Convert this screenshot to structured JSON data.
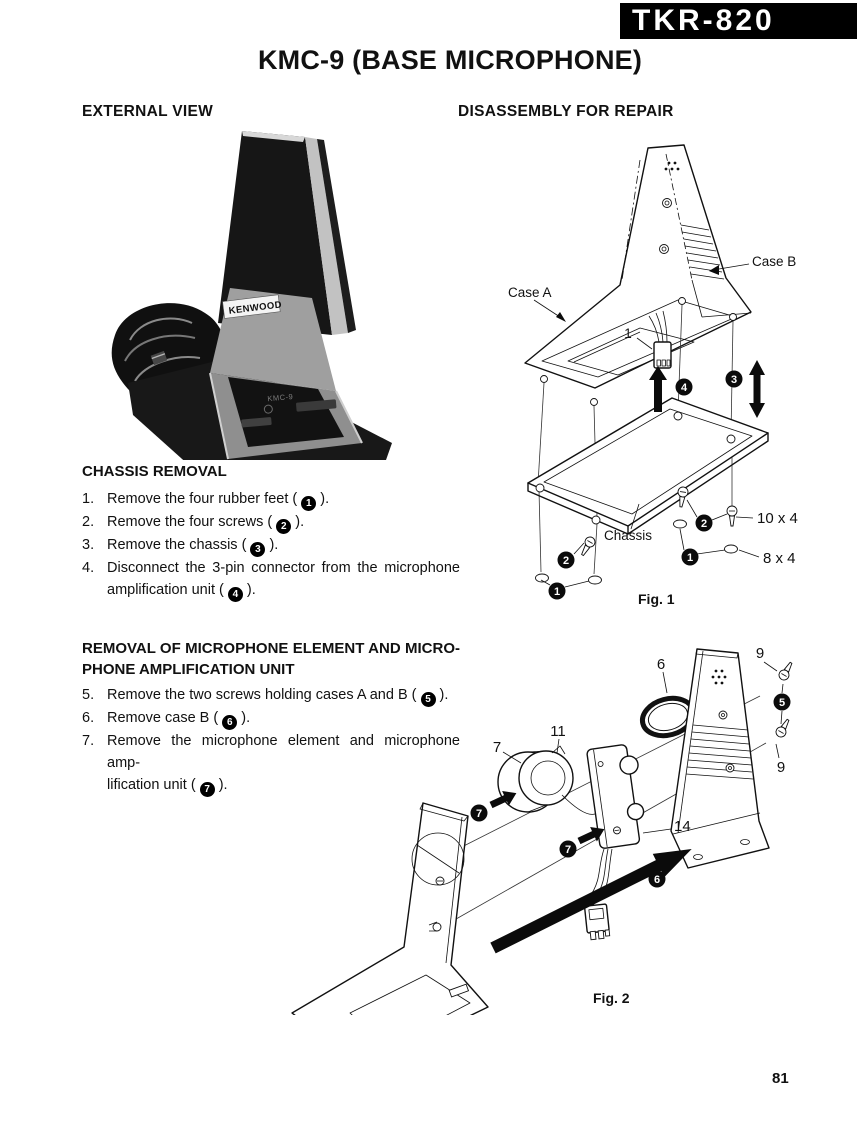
{
  "page": {
    "model": "TKR-820",
    "title": "KMC-9 (BASE MICROPHONE)",
    "page_number": "81"
  },
  "external_view": {
    "heading": "EXTERNAL VIEW",
    "photo": {
      "brand_label": "KENWOOD",
      "model_label": "KMC-9"
    }
  },
  "disassembly": {
    "heading": "DISASSEMBLY FOR REPAIR"
  },
  "chassis_removal": {
    "heading": "CHASSIS REMOVAL",
    "steps": [
      {
        "num": "1.",
        "lines": [
          {
            "segs": [
              {
                "t": "Remove the four rubber feet ( "
              },
              {
                "b": "1"
              },
              {
                "t": " )."
              }
            ]
          }
        ]
      },
      {
        "num": "2.",
        "lines": [
          {
            "segs": [
              {
                "t": "Remove the four screws ( "
              },
              {
                "b": "2"
              },
              {
                "t": " )."
              }
            ]
          }
        ]
      },
      {
        "num": "3.",
        "lines": [
          {
            "segs": [
              {
                "t": "Remove the chassis ( "
              },
              {
                "b": "3"
              },
              {
                "t": " )."
              }
            ]
          }
        ]
      },
      {
        "num": "4.",
        "lines": [
          {
            "justify": true,
            "segs": [
              {
                "t": "Disconnect the 3-pin connector from the microphone"
              }
            ]
          },
          {
            "segs": [
              {
                "t": "amplification unit ( "
              },
              {
                "b": "4"
              },
              {
                "t": " )."
              }
            ]
          }
        ]
      }
    ]
  },
  "mic_removal": {
    "heading_line1": "REMOVAL OF MICROPHONE ELEMENT AND MICRO-",
    "heading_line2": "PHONE AMPLIFICATION UNIT",
    "steps": [
      {
        "num": "5.",
        "lines": [
          {
            "segs": [
              {
                "t": "Remove the two screws holding cases A and B ( "
              },
              {
                "b": "5"
              },
              {
                "t": " )."
              }
            ]
          }
        ]
      },
      {
        "num": "6.",
        "lines": [
          {
            "segs": [
              {
                "t": "Remove case B ( "
              },
              {
                "b": "6"
              },
              {
                "t": " )."
              }
            ]
          }
        ]
      },
      {
        "num": "7.",
        "lines": [
          {
            "justify": true,
            "segs": [
              {
                "t": "Remove the microphone element and microphone amp-"
              }
            ]
          },
          {
            "segs": [
              {
                "t": "lification unit ( "
              },
              {
                "b": "7"
              },
              {
                "t": " )."
              }
            ]
          }
        ]
      }
    ]
  },
  "fig1": {
    "caption": "Fig. 1",
    "case_a": "Case A",
    "case_b": "Case B",
    "chassis": "Chassis",
    "connector": "1",
    "screw_spec": "10 x 4",
    "foot_spec": "8 x 4",
    "badge1": "1",
    "badge2": "2",
    "badge3": "3",
    "badge4": "4"
  },
  "fig2": {
    "caption": "Fig. 2",
    "n6": "6",
    "n7": "7",
    "n9": "9",
    "n11": "11",
    "n14": "14",
    "badge5": "5",
    "badge6": "6",
    "badge7": "7"
  }
}
